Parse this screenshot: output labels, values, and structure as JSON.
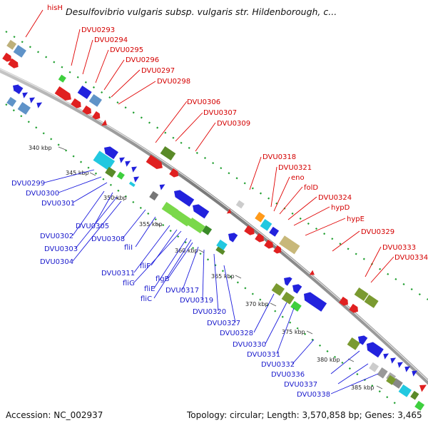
{
  "title": "Desulfovibrio vulgaris subsp. vulgaris str. Hildenborough, c...",
  "footer": {
    "accession": "Accession: NC_002937",
    "topology": "Topology: circular; Length: 3,570,858 bp; Genes: 3,465"
  },
  "colors": {
    "forward_label": "#d40000",
    "reverse_label": "#1a1acc",
    "backbone": "#8a8a8a",
    "dotted_track": "#1e9e2e"
  },
  "scale_labels": [
    "340 kbp",
    "345 kbp",
    "350 kbp",
    "355 kbp",
    "360 kbp",
    "365 kbp",
    "370 kbp",
    "375 kbp",
    "380 kbp",
    "385 kbp"
  ],
  "forward_genes": [
    "hisH",
    "DVU0293",
    "DVU0294",
    "DVU0295",
    "DVU0296",
    "DVU0297",
    "DVU0298",
    "DVU0306",
    "DVU0307",
    "DVU0309",
    "DVU0318",
    "DVU0321",
    "eno",
    "folD",
    "DVU0324",
    "hypD",
    "hypE",
    "DVU0329",
    "DVU0333",
    "DVU0334"
  ],
  "reverse_genes": [
    "DVU0299",
    "DVU0300",
    "DVU0301",
    "DVU0302",
    "DVU0305",
    "DVU0303",
    "DVU0304",
    "DVU0308",
    "fliI",
    "DVU0311",
    "fliF",
    "fliG",
    "fliE",
    "fliC",
    "flgB",
    "DVU0317",
    "DVU0319",
    "DVU0320",
    "DVU0327",
    "DVU0328",
    "DVU0330",
    "DVU0331",
    "DVU0332",
    "DVU0336",
    "DVU0337",
    "DVU0338"
  ]
}
